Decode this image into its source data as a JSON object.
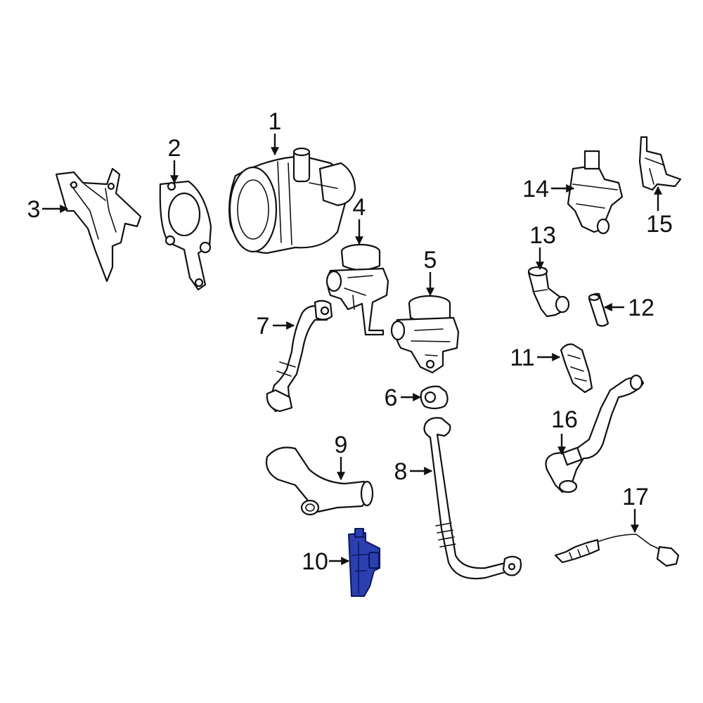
{
  "callouts": [
    {
      "id": "1",
      "label": "1"
    },
    {
      "id": "2",
      "label": "2"
    },
    {
      "id": "3",
      "label": "3"
    },
    {
      "id": "4",
      "label": "4"
    },
    {
      "id": "5",
      "label": "5"
    },
    {
      "id": "6",
      "label": "6"
    },
    {
      "id": "7",
      "label": "7"
    },
    {
      "id": "8",
      "label": "8"
    },
    {
      "id": "9",
      "label": "9"
    },
    {
      "id": "10",
      "label": "10"
    },
    {
      "id": "11",
      "label": "11"
    },
    {
      "id": "12",
      "label": "12"
    },
    {
      "id": "13",
      "label": "13"
    },
    {
      "id": "14",
      "label": "14"
    },
    {
      "id": "15",
      "label": "15"
    },
    {
      "id": "16",
      "label": "16"
    },
    {
      "id": "17",
      "label": "17"
    }
  ],
  "highlighted_part": "10",
  "colors": {
    "line": "#111111",
    "highlight": "#2b3fb0",
    "background": "#ffffff"
  }
}
